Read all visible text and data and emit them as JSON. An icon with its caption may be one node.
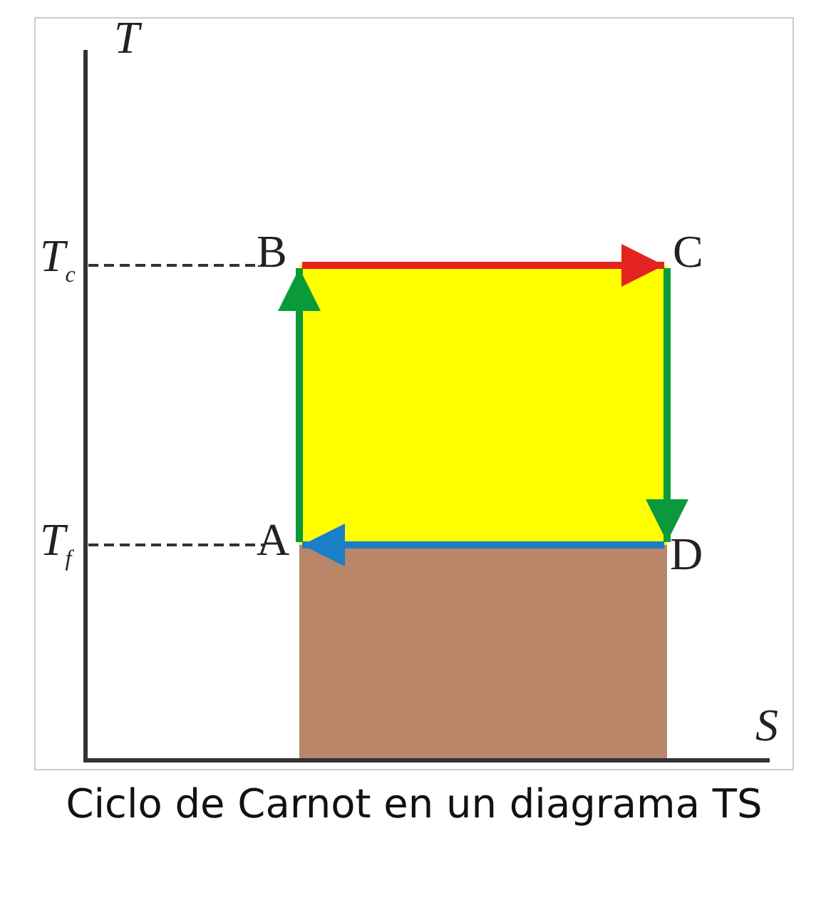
{
  "diagram": {
    "caption": "Ciclo de Carnot en un diagrama TS",
    "nodes": [
      {
        "text": [
          "A"
        ]
      },
      {
        "text": [
          "B"
        ]
      },
      {
        "text": [
          "C"
        ]
      },
      {
        "text": [
          "D"
        ]
      }
    ],
    "edges": [
      {
        "from": 0,
        "to": 1,
        "arrow": "to",
        "color": "#0a9a3c"
      },
      {
        "from": 1,
        "to": 2,
        "arrow": "to",
        "color": "#e3231f"
      },
      {
        "from": 2,
        "to": 3,
        "arrow": "to",
        "color": "#0a9a3c"
      },
      {
        "from": 3,
        "to": 0,
        "arrow": "to",
        "color": "#1a7fc8"
      }
    ],
    "labels": [
      "T",
      "T$_{c}$",
      "T$_{f}$",
      "S"
    ]
  }
}
